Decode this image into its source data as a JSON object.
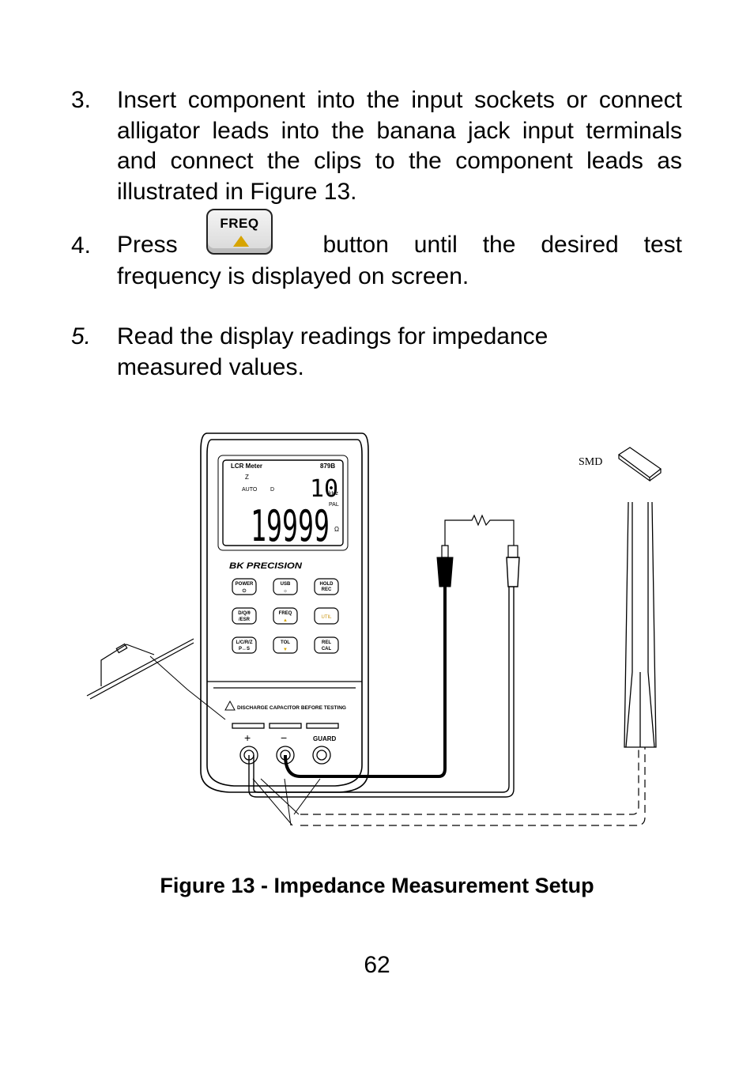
{
  "steps": [
    {
      "number": "3.",
      "text": "Insert component into the input sockets or connect alligator leads into the banana jack input terminals and connect the clips to the component leads as illustrated in Figure 13."
    },
    {
      "number": "4.",
      "text_before": "Press",
      "button_label": "FREQ",
      "words_after": [
        "button",
        "until",
        "the",
        "desired",
        "test"
      ],
      "text_line2": "frequency is displayed on screen."
    },
    {
      "number": "5.",
      "text": "Read the display readings for impedance measured values."
    }
  ],
  "figure": {
    "meter_title": "LCR Meter",
    "model": "879B",
    "display": {
      "primary_param": "Z",
      "auto": "AUTO",
      "secondary_param": "D",
      "frequency_value": "10",
      "frequency_unit": "kHz",
      "pal": "PAL",
      "reading": "19999",
      "unit_symbol": "Ω"
    },
    "brand": "BK PRECISION",
    "buttons": [
      {
        "line1": "POWER",
        "line2": "⏻"
      },
      {
        "line1": "USB",
        "line2": "☼"
      },
      {
        "line1": "HOLD",
        "line2": "REC"
      },
      {
        "line1": "D/Q/θ",
        "line2": "/ESR"
      },
      {
        "line1": "FREQ",
        "line2": "▲"
      },
      {
        "line1": "UTIL",
        "line2": ""
      },
      {
        "line1": "L/C/R/Z",
        "line2": "P↔S"
      },
      {
        "line1": "TOL",
        "line2": "▼"
      },
      {
        "line1": "REL",
        "line2": "CAL"
      }
    ],
    "warning": "DISCHARGE CAPACITOR BEFORE TESTING",
    "terminal_plus": "+",
    "terminal_minus": "−",
    "terminal_guard": "GUARD",
    "smd_label": "SMD",
    "colors": {
      "freq_arrow": "#d7a400",
      "util": "#c8930c"
    }
  },
  "caption": "Figure 13 - Impedance Measurement Setup",
  "page_number": "62"
}
